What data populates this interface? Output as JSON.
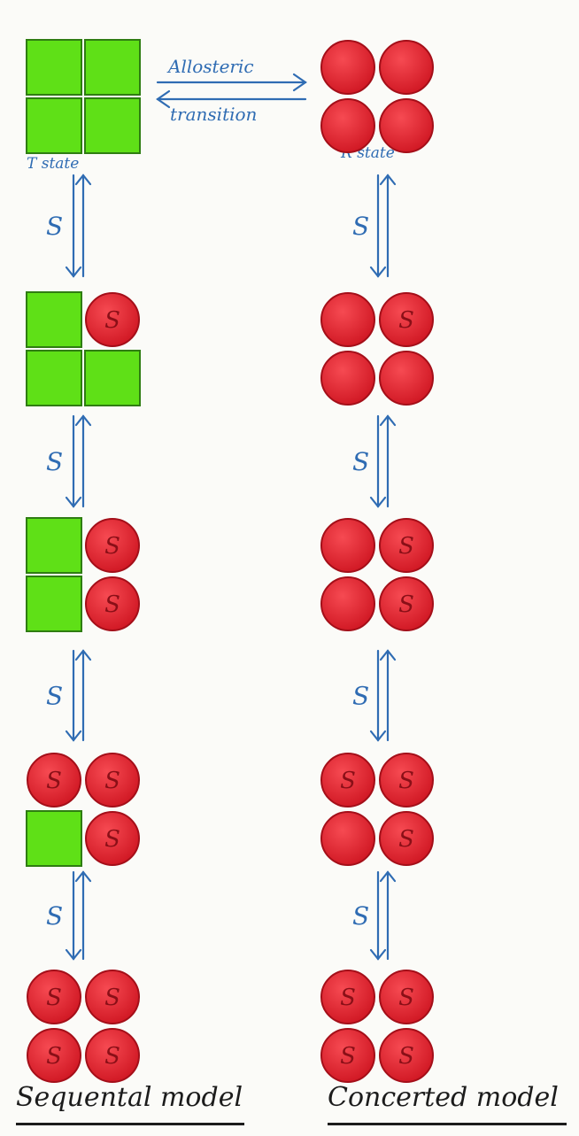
{
  "transition": {
    "label_top": "Allosteric",
    "label_bottom": "transition"
  },
  "states": {
    "t_label": "T state",
    "r_label": "R state"
  },
  "substrate_label": "S",
  "models": {
    "sequential": {
      "label": "Sequental model",
      "stages": [
        [
          "square",
          "square",
          "square",
          "square"
        ],
        [
          "square",
          "circle-s",
          "square",
          "square"
        ],
        [
          "square",
          "circle-s",
          "square",
          "circle-s"
        ],
        [
          "circle-s",
          "circle-s",
          "square",
          "circle-s"
        ],
        [
          "circle-s",
          "circle-s",
          "circle-s",
          "circle-s"
        ]
      ]
    },
    "concerted": {
      "label": "Concerted model",
      "stages": [
        [
          "circle",
          "circle",
          "circle",
          "circle"
        ],
        [
          "circle",
          "circle-s",
          "circle",
          "circle"
        ],
        [
          "circle",
          "circle-s",
          "circle",
          "circle-s"
        ],
        [
          "circle-s",
          "circle-s",
          "circle",
          "circle-s"
        ],
        [
          "circle-s",
          "circle-s",
          "circle-s",
          "circle-s"
        ]
      ]
    }
  },
  "colors": {
    "t_state_green": "#5fe017",
    "r_state_red": "#e8242f",
    "arrow_blue": "#2f6cb3",
    "caption_ink": "#1c1c1c"
  }
}
